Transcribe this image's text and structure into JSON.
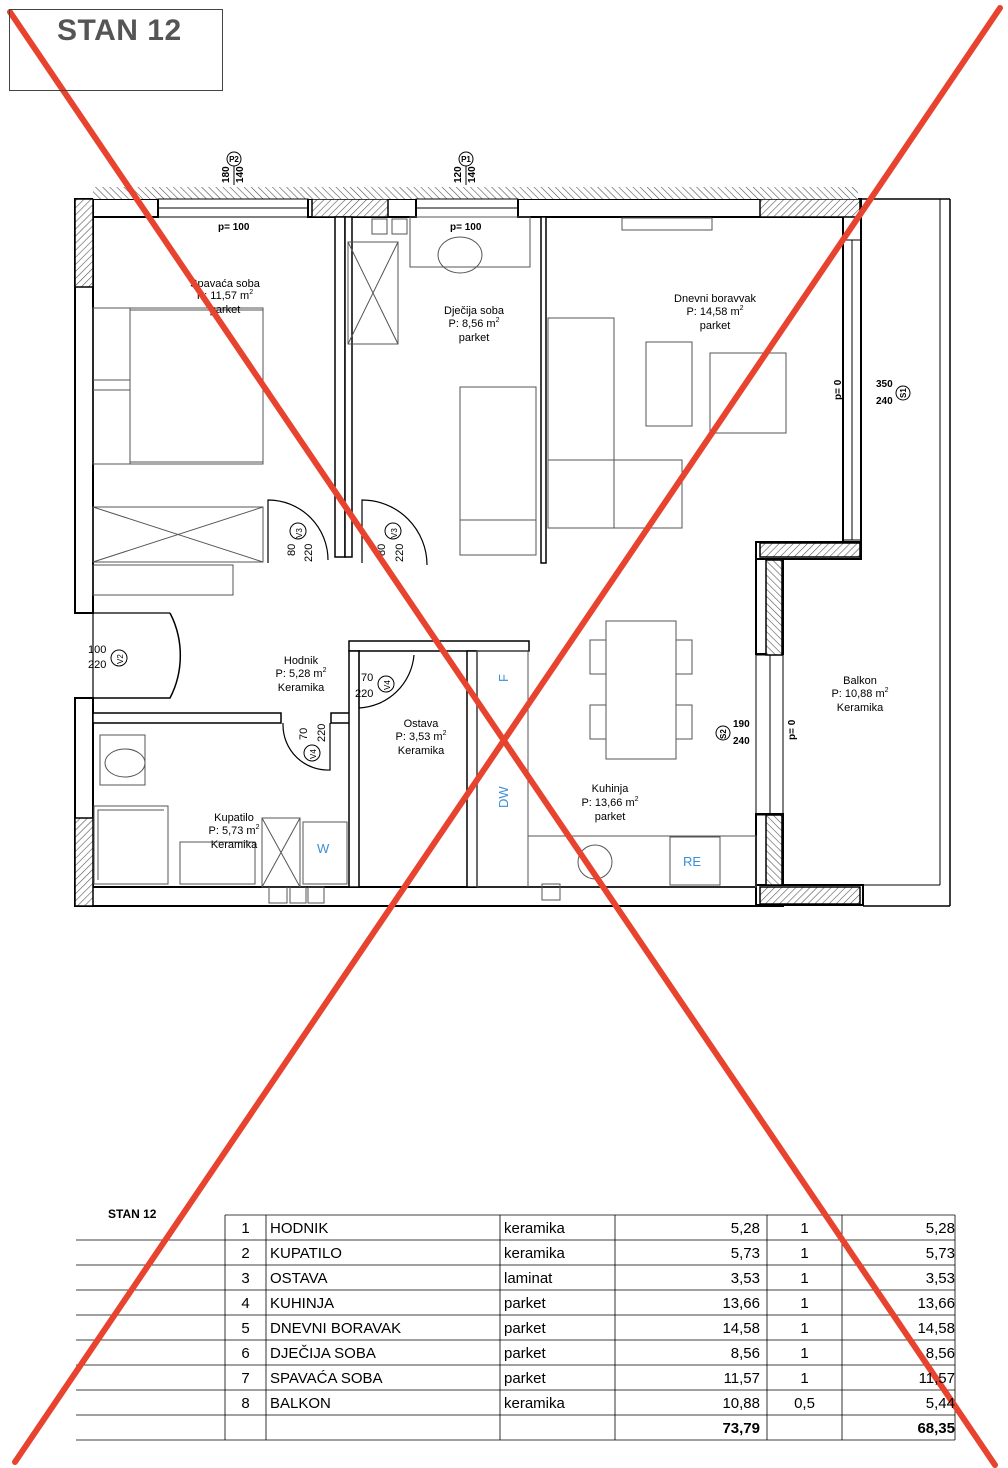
{
  "title": "STAN 12",
  "rooms": {
    "spavaca": {
      "name": "Spavaća soba",
      "area_prefix": "P: 11,57 m",
      "floor": "parket"
    },
    "djecija": {
      "name": "Dječija soba",
      "area_prefix": "P: 8,56 m",
      "floor": "parket"
    },
    "dnevni": {
      "name": "Dnevni boravvak",
      "area_prefix": "P: 14,58 m",
      "floor": "parket"
    },
    "hodnik": {
      "name": "Hodnik",
      "area_prefix": "P: 5,28 m",
      "floor": "Keramika"
    },
    "ostava": {
      "name": "Ostava",
      "area_prefix": "P: 3,53 m",
      "floor": "Keramika"
    },
    "kuhinja": {
      "name": "Kuhinja",
      "area_prefix": "P: 13,66 m",
      "floor": "parket"
    },
    "kupatilo": {
      "name": "Kupatilo",
      "area_prefix": "P: 5,73 m",
      "floor": "Keramika"
    },
    "balkon": {
      "name": "Balkon",
      "area_prefix": "P: 10,88 m",
      "floor": "Keramika"
    },
    "area_sup": "2"
  },
  "markers": {
    "p2": {
      "tag": "P2",
      "w": "180",
      "h": "140",
      "sill": "p= 100"
    },
    "p1": {
      "tag": "P1",
      "w": "120",
      "h": "140",
      "sill": "p= 100"
    },
    "s1": {
      "tag": "S1",
      "w": "350",
      "h": "240",
      "sill": "p= 0"
    },
    "s2": {
      "tag": "S2",
      "w": "190",
      "h": "240",
      "sill": "p= 0"
    },
    "v2": {
      "tag": "V2",
      "w": "100",
      "h": "220"
    },
    "v3a": {
      "tag": "V3",
      "w": "80",
      "h": "220"
    },
    "v3b": {
      "tag": "V3",
      "w": "80",
      "h": "220"
    },
    "v4a": {
      "tag": "V4",
      "w": "70",
      "h": "220"
    },
    "v4b": {
      "tag": "V4",
      "w": "70",
      "h": "220"
    }
  },
  "fixtures": {
    "fridge": "F",
    "dishwasher": "DW",
    "range": "RE",
    "washer": "W"
  },
  "table": {
    "title": "STAN 12",
    "rows": [
      {
        "no": "1",
        "name": "HODNIK",
        "floor": "keramika",
        "area": "5,28",
        "coef": "1",
        "net": "5,28"
      },
      {
        "no": "2",
        "name": "KUPATILO",
        "floor": "keramika",
        "area": "5,73",
        "coef": "1",
        "net": "5,73"
      },
      {
        "no": "3",
        "name": "OSTAVA",
        "floor": "laminat",
        "area": "3,53",
        "coef": "1",
        "net": "3,53"
      },
      {
        "no": "4",
        "name": "KUHINJA",
        "floor": "parket",
        "area": "13,66",
        "coef": "1",
        "net": "13,66"
      },
      {
        "no": "5",
        "name": "DNEVNI BORAVAK",
        "floor": "parket",
        "area": "14,58",
        "coef": "1",
        "net": "14,58"
      },
      {
        "no": "6",
        "name": "DJEČIJA SOBA",
        "floor": "parket",
        "area": "8,56",
        "coef": "1",
        "net": "8,56"
      },
      {
        "no": "7",
        "name": "SPAVAĆA SOBA",
        "floor": "parket",
        "area": "11,57",
        "coef": "1",
        "net": "11,57"
      },
      {
        "no": "8",
        "name": "BALKON",
        "floor": "keramika",
        "area": "10,88",
        "coef": "0,5",
        "net": "5,44"
      }
    ],
    "total_area": "73,79",
    "total_net": "68,35"
  },
  "colors": {
    "cross": "#e8432f",
    "fixture_text": "#3a8fd6",
    "wall": "#000000",
    "hatch": "#666666"
  }
}
